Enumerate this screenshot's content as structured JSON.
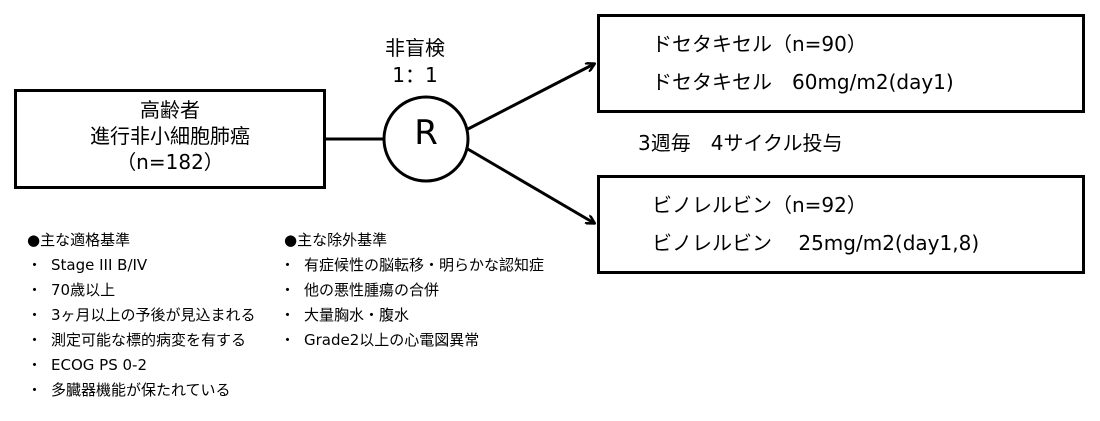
{
  "population": {
    "line1": "高齢者",
    "line2": "進行非小細胞肺癌",
    "line3": "（n=182）"
  },
  "randomization": {
    "blind": "非盲検",
    "ratio": "1：1",
    "symbol": "R"
  },
  "arms": [
    {
      "name": "ドセタキセル（n=90）",
      "dose": "ドセタキセル　60mg/m2(day1)"
    },
    {
      "name": "ビノレルビン（n=92）",
      "dose": "ビノレルビン　 25mg/m2(day1,8)"
    }
  ],
  "schedule": "3週毎　4サイクル投与",
  "inclusion": {
    "title": "●主な適格基準",
    "bullet": "・",
    "items": [
      "Stage III B/IV",
      "70歳以上",
      "3ヶ月以上の予後が見込まれる",
      "測定可能な標的病変を有する",
      "ECOG PS 0-2",
      "多臓器機能が保たれている"
    ]
  },
  "exclusion": {
    "title": "●主な除外基準",
    "bullet": "・",
    "items": [
      "有症候性の脳転移・明らかな認知症",
      "他の悪性腫瘍の合併",
      "大量胸水・腹水",
      "Grade2以上の心電図異常"
    ]
  }
}
